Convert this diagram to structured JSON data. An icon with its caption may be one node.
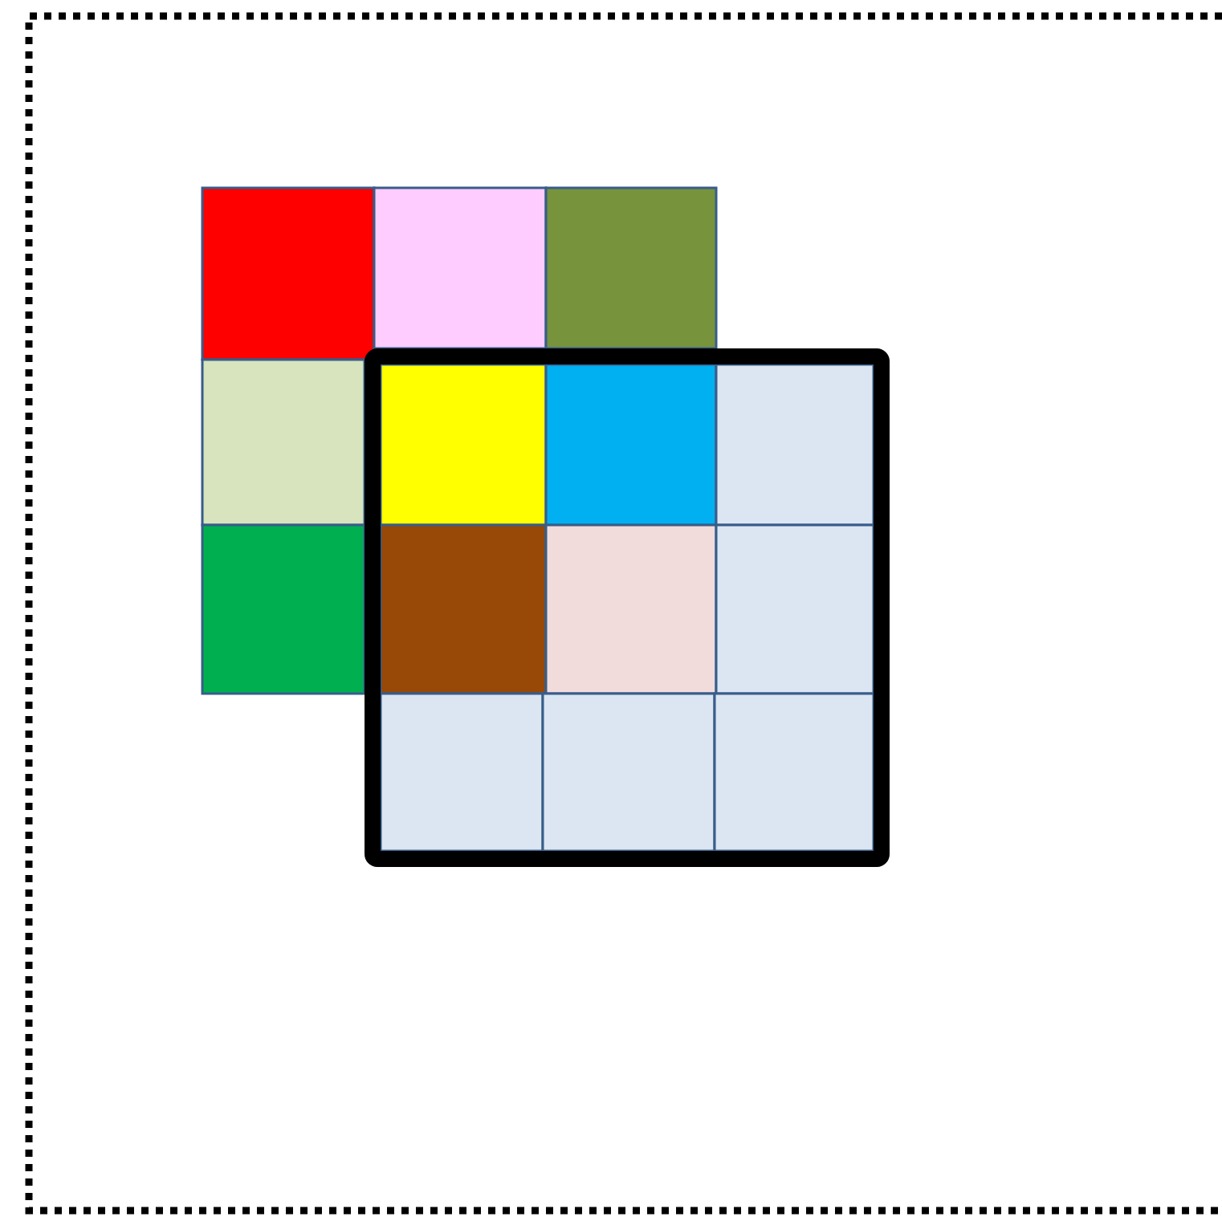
{
  "diagram": {
    "nodes": [
      {
        "text": [],
        "shape": "box"
      },
      {
        "text": [],
        "shape": "box"
      },
      {
        "text": [],
        "shape": "box"
      },
      {
        "text": [],
        "shape": "box"
      },
      {
        "text": [],
        "shape": "box"
      },
      {
        "text": [],
        "shape": "box"
      },
      {
        "text": [],
        "shape": "box"
      },
      {
        "text": [],
        "shape": "box"
      },
      {
        "text": [],
        "shape": "box"
      },
      {
        "text": [],
        "shape": "box"
      },
      {
        "text": [],
        "shape": "box"
      },
      {
        "text": [],
        "shape": "box"
      },
      {
        "text": [],
        "shape": "box"
      },
      {
        "text": [],
        "shape": "box"
      }
    ]
  }
}
